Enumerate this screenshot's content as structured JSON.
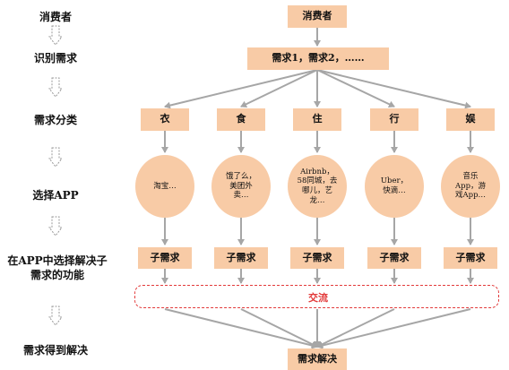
{
  "stages": [
    "消费者",
    "识别需求",
    "需求分类",
    "选择APP",
    "在APP中选择解决子需求的功能",
    "需求得到解决"
  ],
  "top_box": "消费者",
  "needs_box": "需求1，需求2，……",
  "categories": [
    {
      "label": "衣",
      "apps": "淘宝…",
      "subneed": "子需求"
    },
    {
      "label": "食",
      "apps": "饿了么，美团外卖…",
      "subneed": "子需求"
    },
    {
      "label": "住",
      "apps": "Airbnb，58同城，去哪儿，艺龙…",
      "subneed": "子需求"
    },
    {
      "label": "行",
      "apps": "Uber，快滴…",
      "subneed": "子需求"
    },
    {
      "label": "娱",
      "apps": "音乐App，游戏App…",
      "subneed": "子需求"
    }
  ],
  "exchange": "交流",
  "resolved_box": "需求解决",
  "colors": {
    "box_fill": "#f8cba6",
    "connector": "#a6a6a6",
    "exchange": "#e23a3a"
  }
}
